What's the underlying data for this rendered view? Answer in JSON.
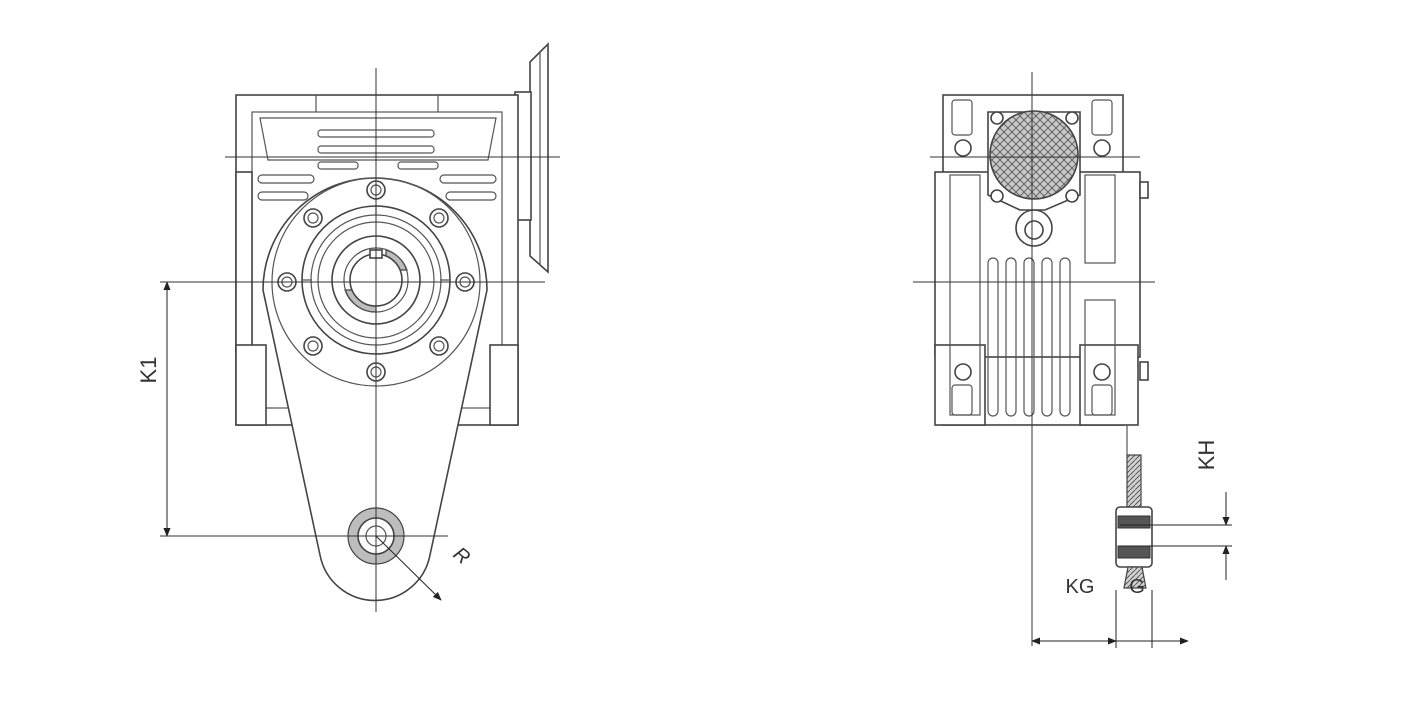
{
  "labels": {
    "k1": "K1",
    "r": "R",
    "kh": "KH",
    "kg": "KG",
    "g": "G"
  }
}
